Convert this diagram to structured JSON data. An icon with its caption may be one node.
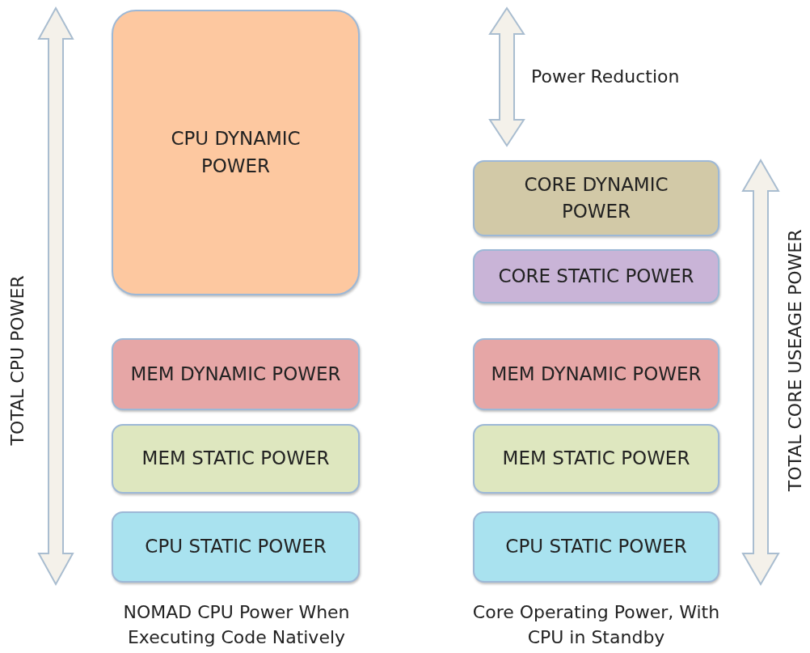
{
  "diagram": {
    "nodes": [
      {
        "text": [
          "CPU DYNAMIC POWER"
        ]
      },
      {
        "text": [
          "MEM DYNAMIC POWER"
        ]
      },
      {
        "text": [
          "MEM STATIC POWER"
        ]
      },
      {
        "text": [
          "CPU STATIC POWER"
        ]
      },
      {
        "text": [
          "CORE DYNAMIC POWER"
        ]
      },
      {
        "text": [
          "CORE STATIC POWER"
        ]
      },
      {
        "text": [
          "MEM DYNAMIC POWER"
        ]
      },
      {
        "text": [
          "MEM STATIC POWER"
        ]
      },
      {
        "text": [
          "CPU STATIC POWER"
        ]
      }
    ],
    "labels": [
      "TOTAL CPU POWER",
      "Power Reduction",
      "TOTAL CORE USEAGE POWER",
      "NOMAD CPU Power When Executing Code Natively",
      "Core Operating Power, With CPU in Standby"
    ]
  }
}
